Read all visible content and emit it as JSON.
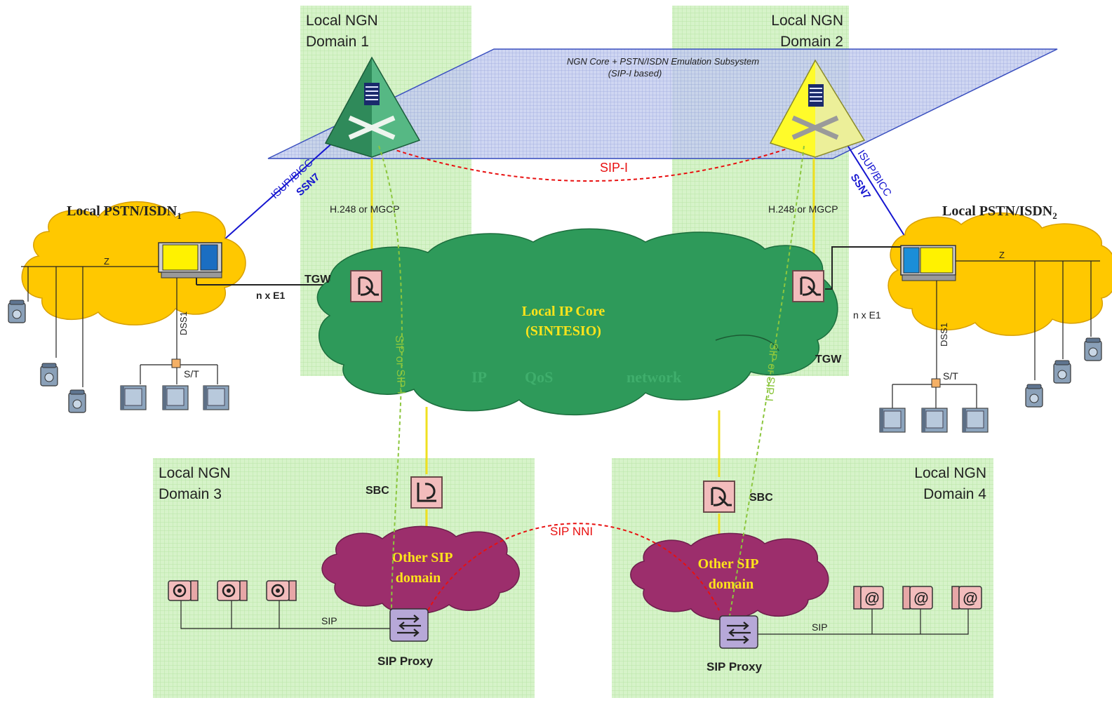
{
  "domains": {
    "d1": {
      "line1": "Local NGN",
      "line2": "Domain 1"
    },
    "d2": {
      "line1": "Local NGN",
      "line2": "Domain 2"
    },
    "d3": {
      "line1": "Local NGN",
      "line2": "Domain 3"
    },
    "d4": {
      "line1": "Local NGN",
      "line2": "Domain 4"
    }
  },
  "core_plane": {
    "line1": "NGN Core + PSTN/ISDN Emulation Subsystem",
    "line2": "(SIP-I based)"
  },
  "pstn": {
    "left": {
      "name": "Local PSTN/ISDN",
      "sub": "1"
    },
    "right": {
      "name": "Local PSTN/ISDN",
      "sub": "2"
    }
  },
  "ip_core": {
    "line1": "Local IP Core",
    "line2": "(SINTESIO)",
    "watermark": [
      "IP",
      "QoS",
      "network"
    ]
  },
  "other_sip": {
    "line1": "Other SIP",
    "line2": "domain"
  },
  "labels": {
    "sip_i": "SIP-I",
    "sip_nni": "SIP NNI",
    "isup_bicc": "ISUP/BICC",
    "ssn7": "SSN7",
    "h248": "H.248 or MGCP",
    "tgw": "TGW",
    "sbc": "SBC",
    "sip_proxy": "SIP Proxy",
    "sip": "SIP",
    "sip_or_sip_i": "SIP or SIP-I",
    "n_x_e1": "n x E1",
    "z": "Z",
    "dss1": "DSS1",
    "st": "S/T"
  },
  "colors": {
    "domain_fill": "#d4f2c8",
    "pstn_cloud": "#ffc800",
    "ip_core_cloud": "#2e9a5a",
    "sip_cloud": "#9c2e6c",
    "softswitch_1": "#3aa76d",
    "softswitch_2": "#f7f400",
    "sip_i_link": "#e81010",
    "isup_link": "#1010d8",
    "media_link": "#f0e020",
    "sip_dashed": "#8cc63e",
    "cloud_text_yellow": "#ffe41a"
  }
}
